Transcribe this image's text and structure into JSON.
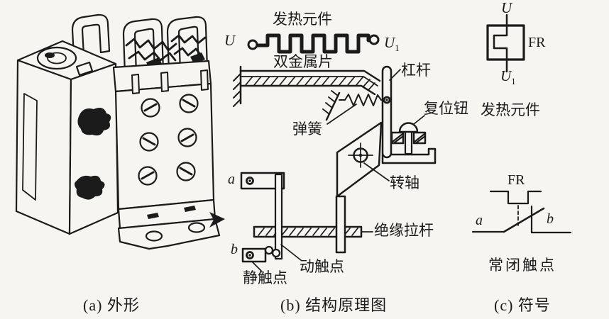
{
  "page": {
    "background": "#f6f5f2",
    "ink": "#1b1b1b"
  },
  "panel_a": {
    "caption": "(a) 外形"
  },
  "panel_b": {
    "caption": "(b) 结构原理图",
    "terminal_left": "U",
    "terminal_right_base": "U",
    "terminal_right_sub": "1",
    "labels": {
      "heater": "发热元件",
      "bimetal_strip": "双金属片",
      "lever": "杠杆",
      "spring": "弹簧",
      "reset_button": "复位钮",
      "pivot_shaft": "转轴",
      "insulating_rod": "绝缘拉杆",
      "moving_contact": "动触点",
      "static_contact": "静触点",
      "point_a": "a",
      "point_b": "b"
    }
  },
  "panel_c": {
    "caption": "(c) 符号",
    "heater_symbol": {
      "top_terminal": "U",
      "bottom_terminal_base": "U",
      "bottom_terminal_sub": "1",
      "designator": "FR",
      "label": "发热元件"
    },
    "nc_contact_symbol": {
      "designator": "FR",
      "point_a": "a",
      "point_b": "b",
      "label": "常闭触点"
    }
  }
}
